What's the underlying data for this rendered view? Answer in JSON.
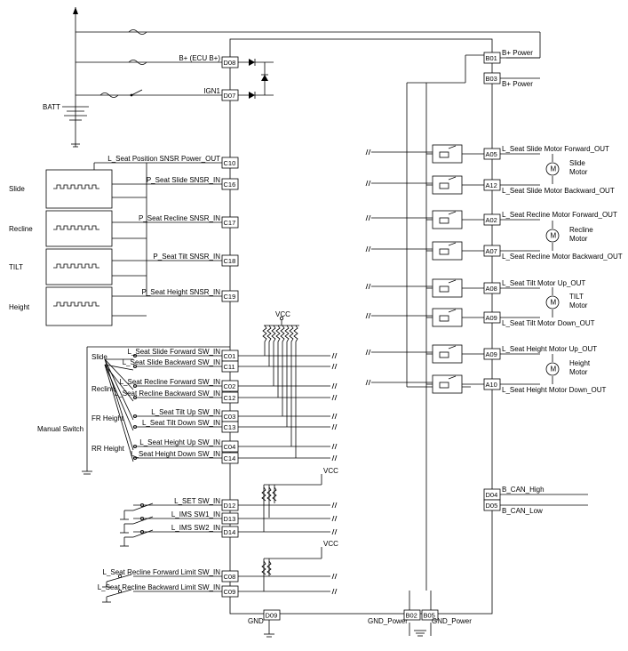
{
  "labels": {
    "batt": "BATT",
    "vcc": "VCC",
    "gnd": "GND",
    "manual_switch": "Manual Switch",
    "slide": "Slide",
    "recline": "Recline",
    "fr_height": "FR Height",
    "rr_height": "RR Height",
    "row_slide": "Slide",
    "row_recline": "Recline",
    "row_tilt": "TILT",
    "row_height": "Height"
  },
  "pins_left": [
    {
      "id": "D08",
      "label": "B+ (ECU B+)"
    },
    {
      "id": "D07",
      "label": "IGN1"
    },
    {
      "id": "C10",
      "label": "L_Seat Position SNSR Power_OUT"
    },
    {
      "id": "C16",
      "label": "P_Seat Slide SNSR_IN"
    },
    {
      "id": "C17",
      "label": "P_Seat Recline SNSR_IN"
    },
    {
      "id": "C18",
      "label": "P_Seat Tilt SNSR_IN"
    },
    {
      "id": "C19",
      "label": "P_Seat Height SNSR_IN"
    },
    {
      "id": "C01",
      "label": "L_Seat Slide Forward SW_IN"
    },
    {
      "id": "C11",
      "label": "L_Seat Slide Backward SW_IN"
    },
    {
      "id": "C02",
      "label": "L_Seat Recline Forward SW_IN"
    },
    {
      "id": "C12",
      "label": "L_Seat Recline Backward SW_IN"
    },
    {
      "id": "C03",
      "label": "L_Seat Tilt Up SW_IN"
    },
    {
      "id": "C13",
      "label": "L_Seat Tilt Down SW_IN"
    },
    {
      "id": "C04",
      "label": "L_Seat Height Up SW_IN"
    },
    {
      "id": "C14",
      "label": "L_Seat Height Down SW_IN"
    },
    {
      "id": "D12",
      "label": "L_SET SW_IN"
    },
    {
      "id": "D13",
      "label": "L_IMS SW1_IN"
    },
    {
      "id": "D14",
      "label": "L_IMS SW2_IN"
    },
    {
      "id": "C08",
      "label": "L_Seat Recline Forward Limit SW_IN"
    },
    {
      "id": "C09",
      "label": "L_Seat Recline Backward Limit SW_IN"
    }
  ],
  "pins_right": [
    {
      "id": "B01",
      "label": "B+ Power"
    },
    {
      "id": "B03",
      "label": "B+ Power"
    },
    {
      "id": "A05",
      "label": "L_Seat Slide Motor Forward_OUT"
    },
    {
      "id": "A12",
      "label": "L_Seat Slide Motor Backward_OUT"
    },
    {
      "id": "A02",
      "label": "L_Seat Recline Motor Forward_OUT"
    },
    {
      "id": "A07",
      "label": "L_Seat Recline Motor Backward_OUT"
    },
    {
      "id": "A08",
      "label": "L_Seat Tilt Motor Up_OUT"
    },
    {
      "id": "A09",
      "label": "L_Seat Tilt Motor Down_OUT"
    },
    {
      "id": "A09",
      "label": "L_Seat Height Motor Up_OUT"
    },
    {
      "id": "A10",
      "label": "L_Seat Height Motor Down_OUT"
    },
    {
      "id": "D04",
      "label": "B_CAN_High"
    },
    {
      "id": "D05",
      "label": "B_CAN_Low"
    }
  ],
  "pins_bottom": [
    {
      "id": "D09",
      "label": "GND"
    },
    {
      "id": "B02",
      "label": "GND_Power"
    },
    {
      "id": "B05",
      "label": "GND_Power"
    }
  ],
  "motors": [
    {
      "name": "Slide\nMotor"
    },
    {
      "name": "Recline\nMotor"
    },
    {
      "name": "TILT\nMotor"
    },
    {
      "name": "Height\nMotor"
    }
  ]
}
